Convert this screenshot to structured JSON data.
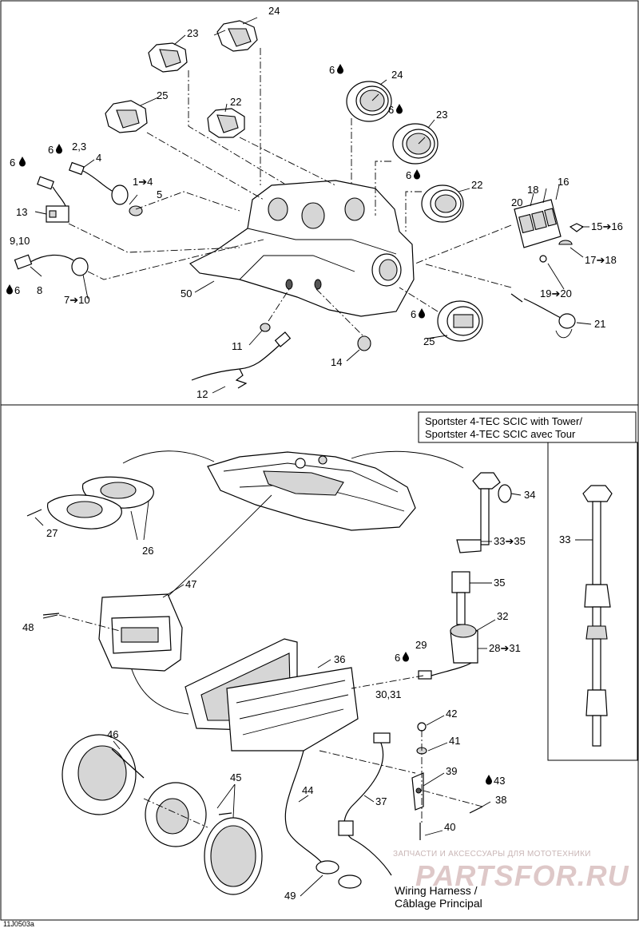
{
  "callouts": {
    "c24a": "24",
    "c23a": "23",
    "c25a": "25",
    "c22a": "22",
    "c6_24": "6",
    "c24b": "24",
    "c6_23": "6",
    "c23b": "23",
    "c6_22": "6",
    "c22b": "22",
    "c6_25": "6",
    "c25b": "25",
    "c6_23s": "6",
    "c2_3": "2,3",
    "c4": "4",
    "c1_4": "1➔4",
    "c5": "5",
    "c6_left": "6",
    "c13": "13",
    "c9_10": "9,10",
    "c6_low": "6",
    "c8": "8",
    "c7_10": "7➔10",
    "c50": "50",
    "c11": "11",
    "c12": "12",
    "c14": "14",
    "c20": "20",
    "c18": "18",
    "c16": "16",
    "c15_16": "15➔16",
    "c17_18": "17➔18",
    "c19_20": "19➔20",
    "c21": "21",
    "c27": "27",
    "c26": "26",
    "c34": "34",
    "c33_35": "33➔35",
    "c35": "35",
    "c47": "47",
    "c48": "48",
    "c32": "32",
    "c36": "36",
    "c29": "29",
    "c6_29": "6",
    "c28_31": "28➔31",
    "c30_31": "30,31",
    "c42": "42",
    "c41": "41",
    "c39": "39",
    "c43": "43",
    "c38": "38",
    "c40": "40",
    "c46": "46",
    "c45": "45",
    "c44": "44",
    "c37": "37",
    "c49": "49",
    "c33": "33"
  },
  "inset_title": [
    "Sportster 4-TEC SCIC with Tower/",
    "Sportster 4-TEC SCIC avec Tour"
  ],
  "harness_label": [
    "Wiring Harness /",
    "Câblage Principal"
  ],
  "drawing_number": "11J0503a",
  "watermark": {
    "line1": "ЗАПЧАСТИ И АКСЕССУАРЫ ДЛЯ МОТОТЕХНИКИ",
    "logo": "PARTSFOR.RU"
  },
  "icons": [
    "oil-drop-icon"
  ]
}
